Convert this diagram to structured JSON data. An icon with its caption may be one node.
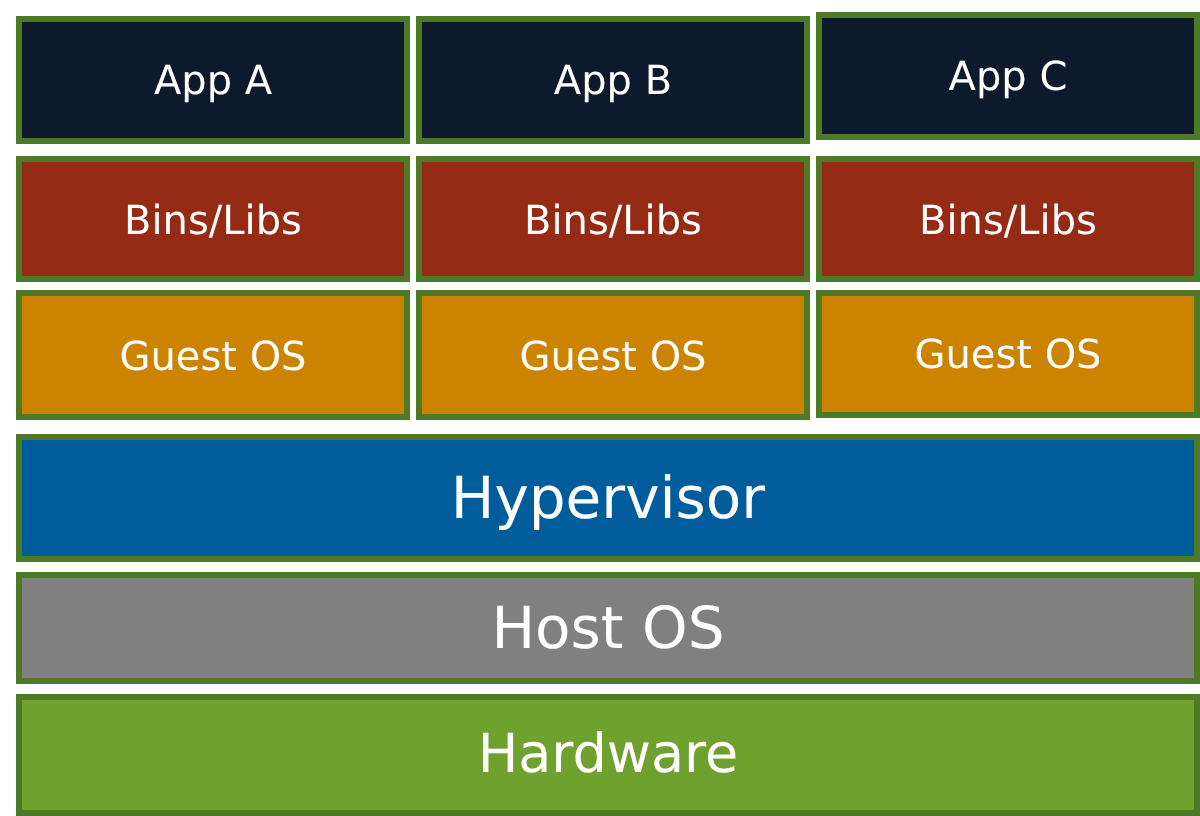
{
  "diagram": {
    "nodes": [
      {
        "text": [
          "App A"
        ]
      },
      {
        "text": [
          "App B"
        ]
      },
      {
        "text": [
          "App C"
        ]
      },
      {
        "text": [
          "Bins/Libs"
        ]
      },
      {
        "text": [
          "Bins/Libs"
        ]
      },
      {
        "text": [
          "Bins/Libs"
        ]
      },
      {
        "text": [
          "Guest OS"
        ]
      },
      {
        "text": [
          "Guest OS"
        ]
      },
      {
        "text": [
          "Guest OS"
        ]
      },
      {
        "text": [
          "Hypervisor"
        ]
      },
      {
        "text": [
          "Host OS"
        ]
      },
      {
        "text": [
          "Hardware"
        ]
      }
    ]
  }
}
